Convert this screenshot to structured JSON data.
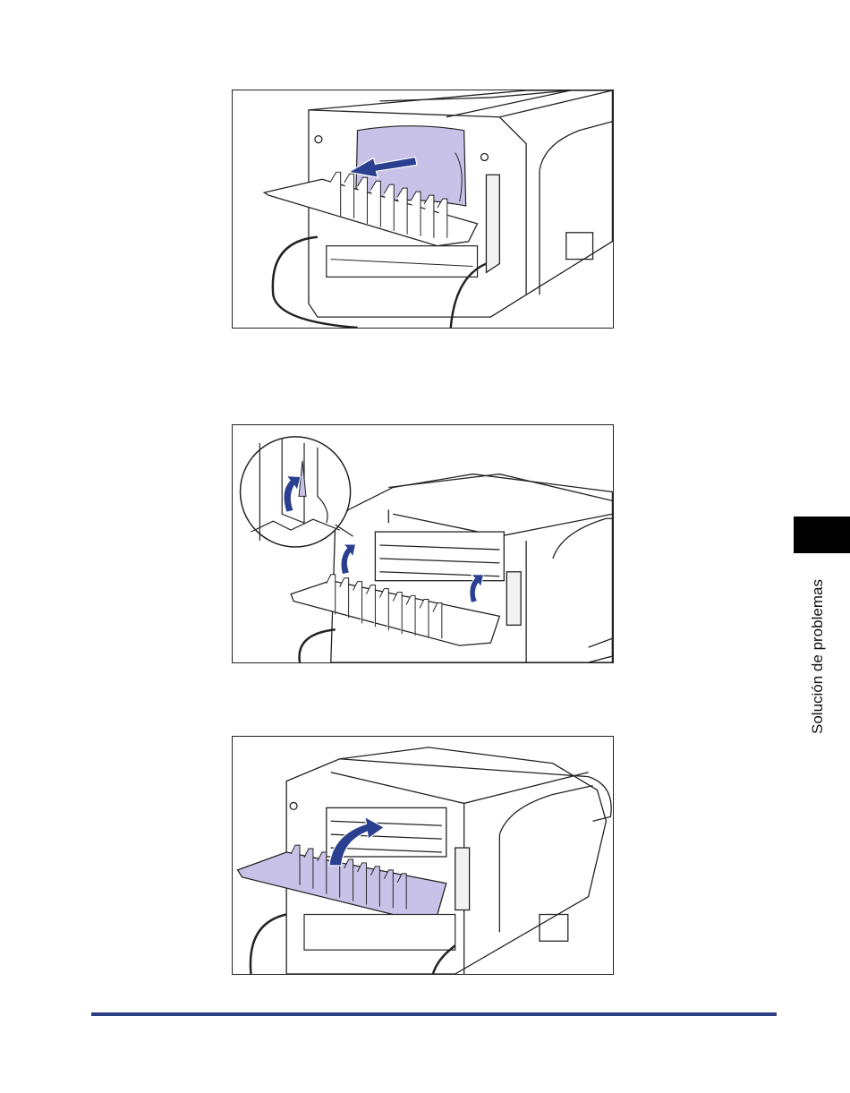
{
  "sidebar": {
    "section_label": "Solución de problemas"
  },
  "colors": {
    "accent_navy": "#2c3f84",
    "arrow_blue": "#2a3f8f",
    "paper_lilac": "#c9c2e8"
  },
  "figures": [
    {
      "icon": "printer-remove-jammed-paper"
    },
    {
      "icon": "printer-raise-release-levers"
    },
    {
      "icon": "printer-close-rear-cover"
    }
  ]
}
